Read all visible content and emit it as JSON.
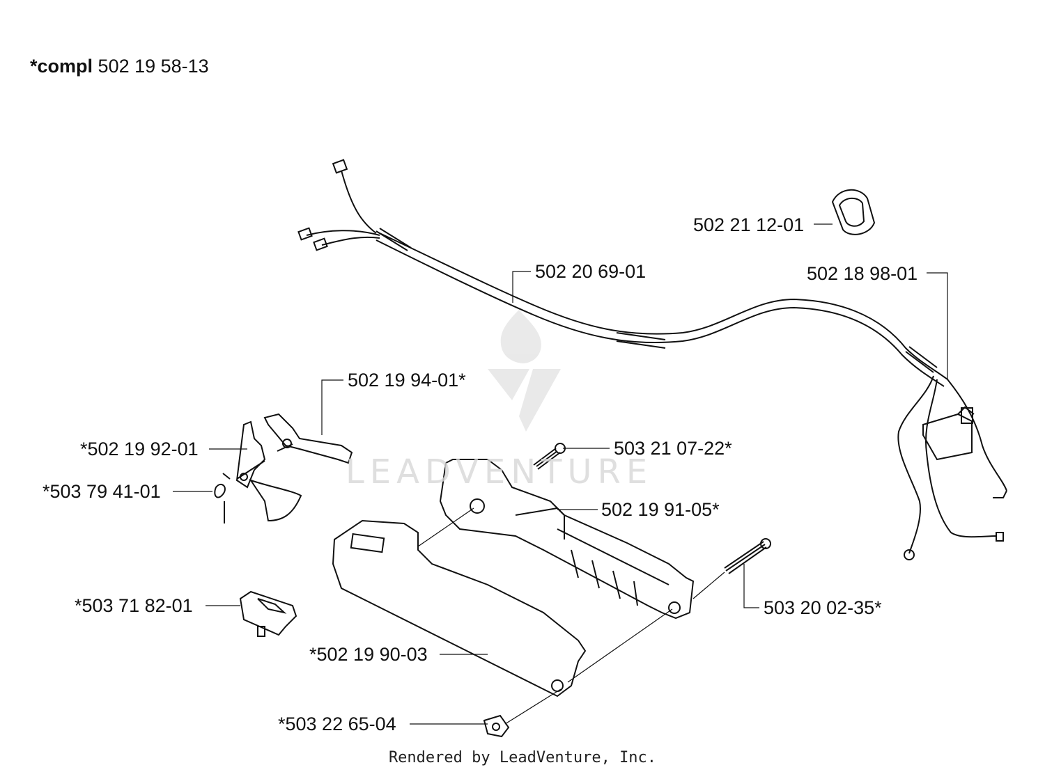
{
  "header": {
    "compl_prefix": "*compl",
    "compl_part": "502 19 58-13"
  },
  "labels": {
    "p_502_21_12_01": "502 21 12-01",
    "p_502_20_69_01": "502 20 69-01",
    "p_502_18_98_01": "502 18 98-01",
    "p_502_19_94_01": "502 19 94-01*",
    "p_502_19_92_01": "*502 19 92-01",
    "p_503_79_41_01": "*503 79 41-01",
    "p_503_21_07_22": "503 21 07-22*",
    "p_502_19_91_05": "502 19 91-05*",
    "p_503_71_82_01": "*503 71 82-01",
    "p_503_20_02_35": "503 20 02-35*",
    "p_502_19_90_03": "*502 19 90-03",
    "p_503_22_65_04": "*503 22 65-04"
  },
  "watermark": {
    "text": "LEADVENTURE"
  },
  "footer": {
    "text": "Rendered by LeadVenture, Inc."
  }
}
